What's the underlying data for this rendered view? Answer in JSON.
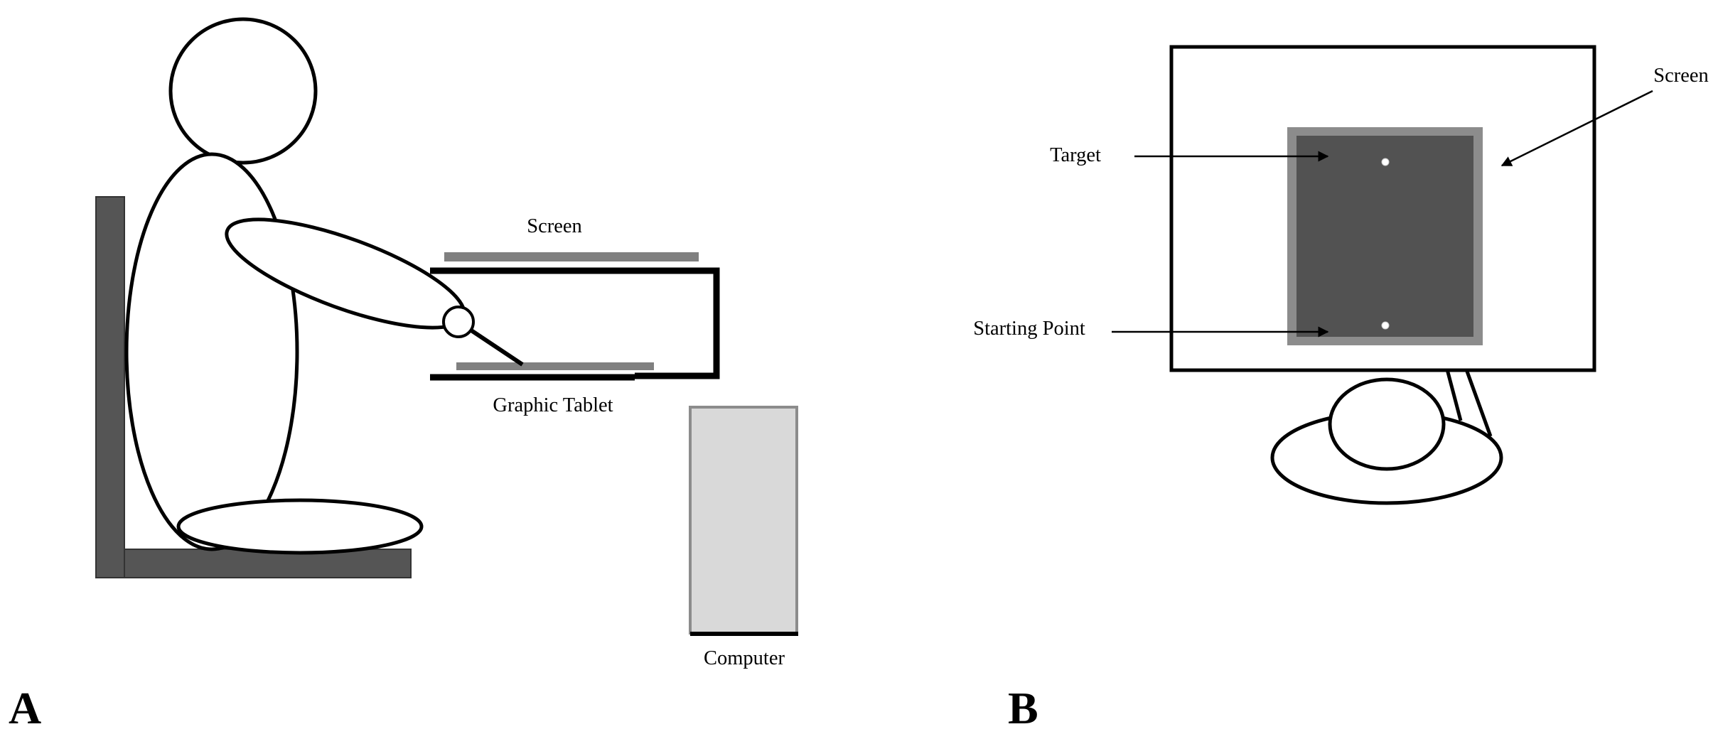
{
  "panels": {
    "a": {
      "letter": "A",
      "labels": {
        "screen": "Screen",
        "graphic_tablet": "Graphic Tablet",
        "computer": "Computer"
      }
    },
    "b": {
      "letter": "B",
      "labels": {
        "screen": "Screen",
        "target": "Target",
        "starting_point": "Starting Point"
      }
    }
  },
  "colors": {
    "outline": "#000000",
    "chair": "#555555",
    "screen_bar": "#808080",
    "computer_fill": "#d9d9d9",
    "computer_border": "#8c8c8c",
    "display_frame": "#8c8c8c",
    "display_fill": "#525252",
    "dot": "#ffffff"
  }
}
